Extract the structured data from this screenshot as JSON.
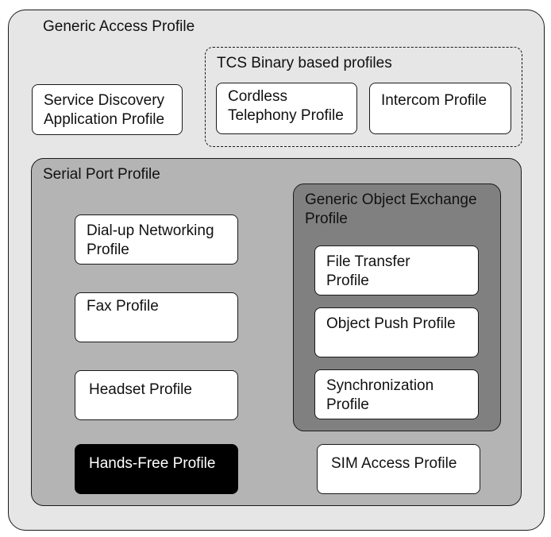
{
  "colors": {
    "outer_bg": "#e6e6e6",
    "serial_bg": "#b4b4b4",
    "obex_bg": "#808080",
    "box_bg": "#ffffff",
    "highlight_box_bg": "#000000",
    "highlight_box_text": "#ffffff"
  },
  "generic_access": {
    "label": "Generic Access Profile"
  },
  "service_discovery": {
    "line1": "Service Discovery",
    "line2": "Application Profile"
  },
  "tcs_binary": {
    "label": "TCS Binary based profiles",
    "cordless": {
      "line1": "Cordless",
      "line2": "Telephony Profile"
    },
    "intercom": {
      "line1": "Intercom Profile"
    }
  },
  "serial_port": {
    "label": "Serial Port Profile",
    "dialup": {
      "line1": "Dial-up Networking",
      "line2": "Profile"
    },
    "fax": {
      "line1": "Fax Profile"
    },
    "headset": {
      "line1": "Headset Profile"
    },
    "handsfree": {
      "line1": "Hands-Free Profile"
    },
    "sim_access": {
      "line1": "SIM Access Profile"
    }
  },
  "obex": {
    "label_line1": "Generic Object Exchange",
    "label_line2": "Profile",
    "file_transfer": {
      "line1": "File Transfer",
      "line2": "Profile"
    },
    "object_push": {
      "line1": "Object Push Profile"
    },
    "synchronization": {
      "line1": "Synchronization",
      "line2": "Profile"
    }
  }
}
